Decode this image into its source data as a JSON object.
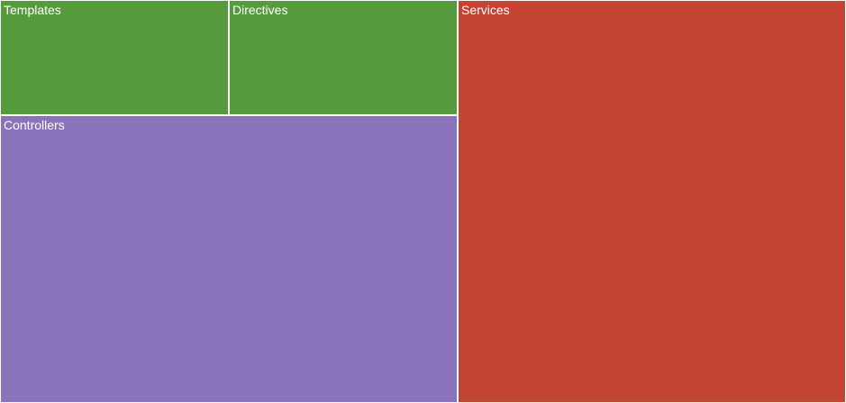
{
  "chart_data": {
    "type": "treemap",
    "nodes": [
      {
        "label": "Templates",
        "value": 32,
        "color": "#559a3c"
      },
      {
        "label": "Directives",
        "value": 32,
        "color": "#559a3c"
      },
      {
        "label": "Controllers",
        "value": 160,
        "color": "#8b73bc"
      },
      {
        "label": "Services",
        "value": 190,
        "color": "#c54535"
      }
    ]
  }
}
